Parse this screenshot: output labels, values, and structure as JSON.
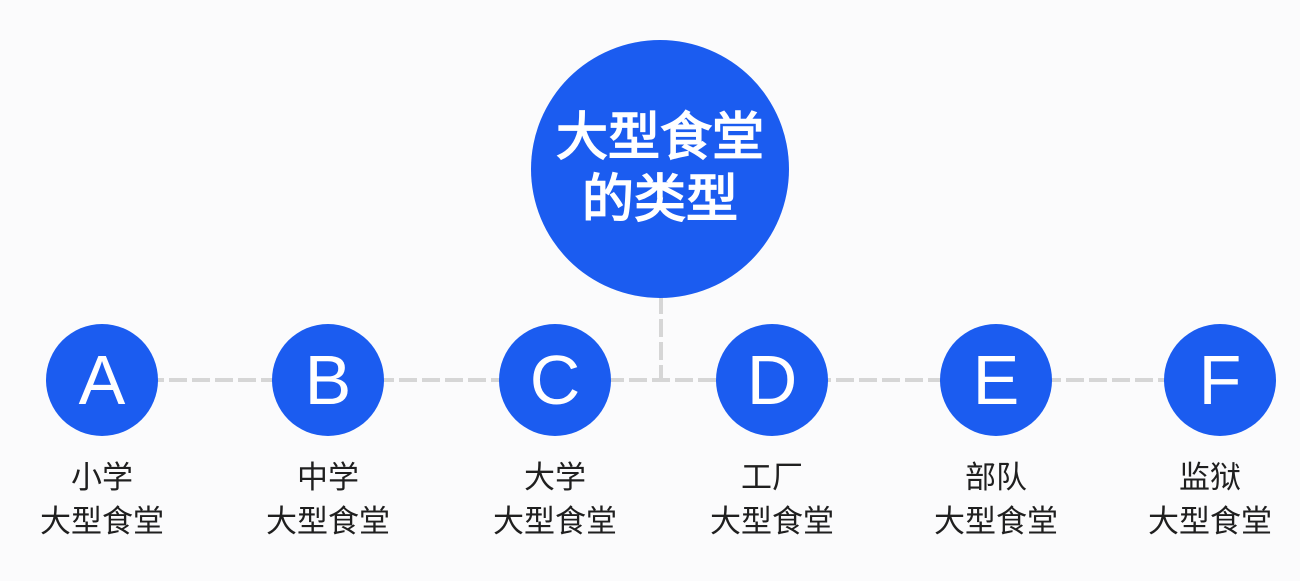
{
  "center": {
    "line1": "大型食堂",
    "line2": "的类型"
  },
  "nodes": [
    {
      "letter": "A",
      "line1": "小学",
      "line2": "大型食堂"
    },
    {
      "letter": "B",
      "line1": "中学",
      "line2": "大型食堂"
    },
    {
      "letter": "C",
      "line1": "大学",
      "line2": "大型食堂"
    },
    {
      "letter": "D",
      "line1": "工厂",
      "line2": "大型食堂"
    },
    {
      "letter": "E",
      "line1": "部队",
      "line2": "大型食堂"
    },
    {
      "letter": "F",
      "line1": "监狱",
      "line2": "大型食堂"
    }
  ],
  "colors": {
    "accent": "#1b5cf0",
    "connector": "#d6d6d6",
    "caption": "#1f1f1f",
    "background": "#fbfbfc"
  }
}
